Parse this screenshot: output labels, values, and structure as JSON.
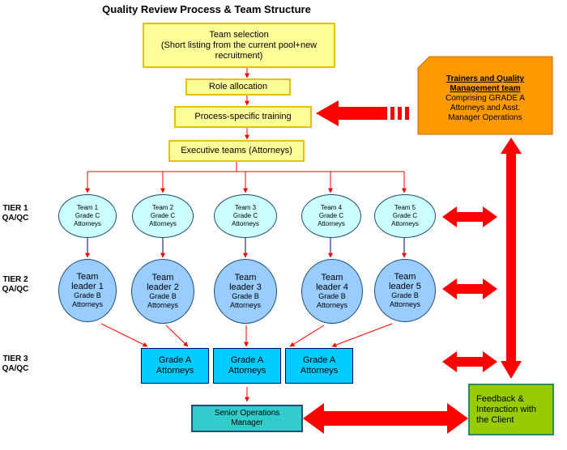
{
  "title": "Quality Review Process & Team Structure",
  "boxes": {
    "team_selection": [
      "Team selection",
      "(Short listing from the current pool+new",
      "recruitment)"
    ],
    "role_allocation": "Role allocation",
    "training": "Process-specific training",
    "executive": "Executive teams (Attorneys)"
  },
  "tiers": [
    {
      "line1": "TIER 1",
      "line2": "QA/QC"
    },
    {
      "line1": "TIER 2",
      "line2": "QA/QC"
    },
    {
      "line1": "TIER 3",
      "line2": "QA/QC"
    }
  ],
  "tier1_teams": [
    [
      "Team 1",
      "Grade C",
      "Attorneys"
    ],
    [
      "Team 2",
      "Grade C",
      "Attorneys"
    ],
    [
      "Team 3",
      "Grade C",
      "Attorneys"
    ],
    [
      "Team 4",
      "Grade C",
      "Attorneys"
    ],
    [
      "Team 5",
      "Grade C",
      "Attorneys"
    ]
  ],
  "tier2_leaders": [
    [
      "Team",
      "leader 1",
      "Grade B",
      "Attorneys"
    ],
    [
      "Team",
      "leader 2",
      "Grade B",
      "Attorneys"
    ],
    [
      "Team",
      "leader 3",
      "Grade B",
      "Attorneys"
    ],
    [
      "Team",
      "leader 4",
      "Grade B",
      "Attorneys"
    ],
    [
      "Team",
      "leader 5",
      "Grade B",
      "Attorneys"
    ]
  ],
  "tier3_boxes": [
    [
      "Grade A",
      "Attorneys"
    ],
    [
      "Grade A",
      "Attorneys"
    ],
    [
      "Grade A",
      "Attorneys"
    ]
  ],
  "senior": [
    "Senior Operations",
    "Manager"
  ],
  "trainers": {
    "header": [
      "Trainers and Quality",
      "Management team"
    ],
    "body": [
      "Comprising GRADE A",
      "Attorneys and Asst.",
      "Manager Operations"
    ]
  },
  "feedback": [
    "Feedback &",
    "Interaction with",
    "the Client"
  ],
  "colors": {
    "arrow": "#ff0000",
    "yellow_fill": "#ffff99",
    "yellow_border": "#e8c000",
    "tier1_fill": "#ccffff",
    "tier2_fill": "#99ccff",
    "gradeA_fill": "#00ccff",
    "senior_fill": "#33cccc",
    "trainers_fill": "#ff9900",
    "feedback_fill": "#99cc00"
  }
}
